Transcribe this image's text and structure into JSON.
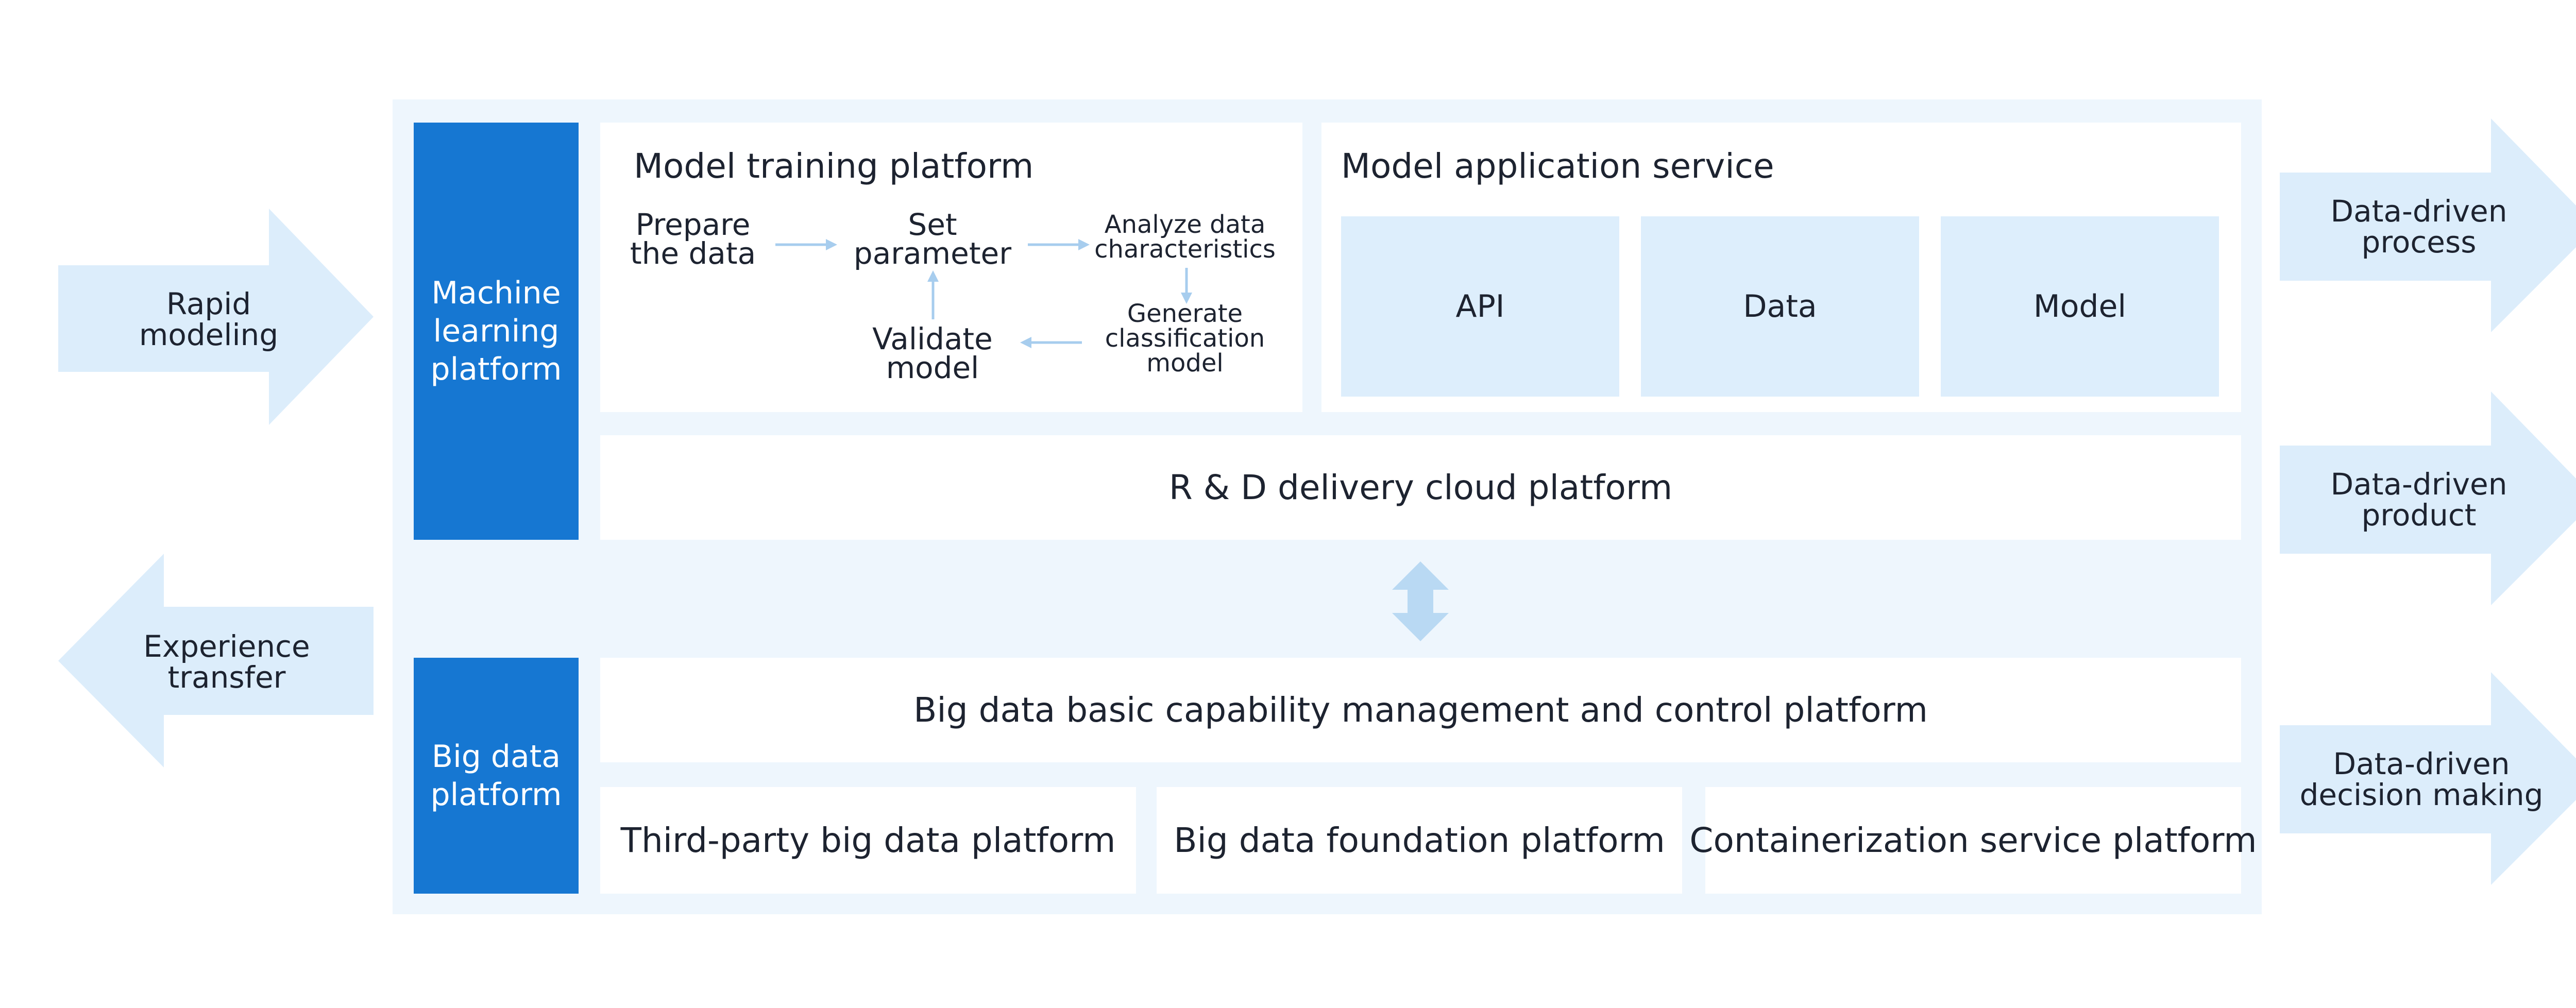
{
  "left_arrows": {
    "rapid_modeling": "Rapid\nmodeling",
    "experience_transfer": "Experience\ntransfer"
  },
  "right_arrows": {
    "process": "Data-driven\nprocess",
    "product": "Data-driven\nproduct",
    "decision": "Data-driven\ndecision making"
  },
  "ml_platform": {
    "label": "Machine\nlearning\nplatform",
    "training": {
      "title": "Model training platform",
      "steps": {
        "prepare": "Prepare\nthe data",
        "set_parameter": "Set\nparameter",
        "analyze": "Analyze data\ncharacteristics",
        "generate": "Generate\nclassification\nmodel",
        "validate": "Validate\nmodel"
      }
    },
    "application": {
      "title": "Model application service",
      "tiles": [
        "API",
        "Data",
        "Model"
      ]
    },
    "rd_delivery": "R & D delivery cloud platform"
  },
  "big_data_platform": {
    "label": "Big data\nplatform",
    "management": "Big data basic capability management and control platform",
    "sub_platforms": [
      "Third-party big data platform",
      "Big data foundation platform",
      "Containerization service platform"
    ]
  },
  "colors": {
    "brand_blue": "#1677d2",
    "light_frame": "#eef6fd",
    "tile_blue": "#ddeefc",
    "arrow_blue": "#dcedfb",
    "connector_blue": "#a7cdee"
  }
}
